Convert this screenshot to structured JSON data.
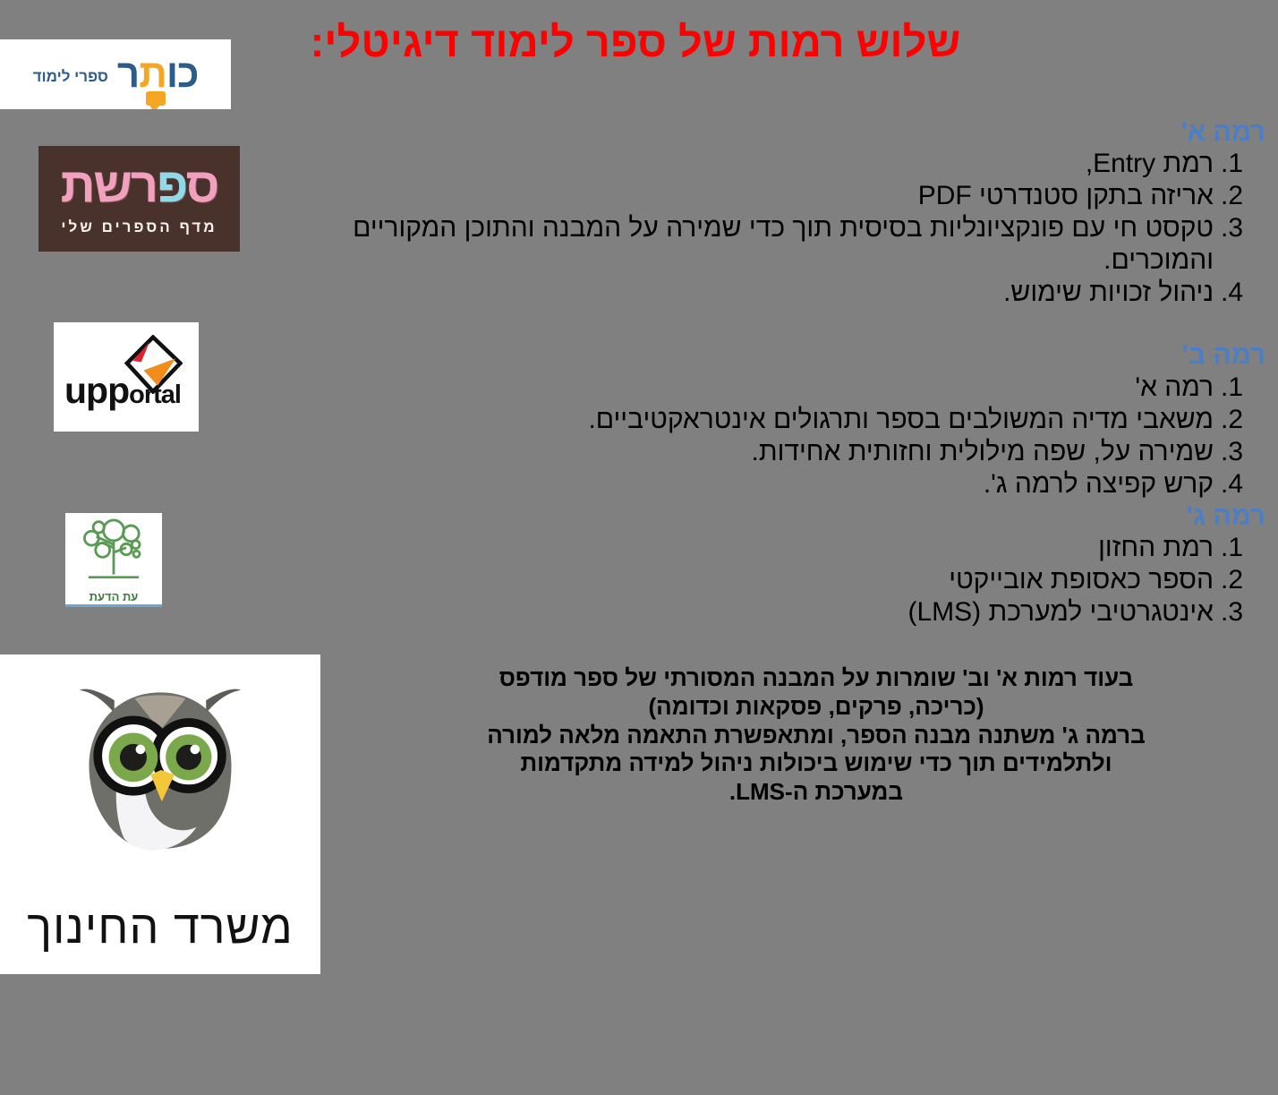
{
  "title": "שלוש רמות של ספר לימוד דיגיטלי:",
  "colors": {
    "background": "#808080",
    "title": "#FF0000",
    "level_heading": "#4a7ec7",
    "body_text": "#000000"
  },
  "logos": [
    {
      "name": "kotar",
      "main_text": "כותר",
      "sub_text": "ספרי לימוד",
      "letters": {
        "k": "כ",
        "o": "ו",
        "t": "ת",
        "r": "ר"
      }
    },
    {
      "name": "sifreshet",
      "main_text": "סִפְרֶשֶׁת",
      "main_parts": {
        "pink1": "ס",
        "cyan": "פ",
        "pink2": "רשת"
      },
      "sub_text": "מדף הספרים שלי"
    },
    {
      "name": "upportal",
      "main_text": "upp",
      "secondary_text": "ortal"
    },
    {
      "name": "et-hadaat",
      "sub_text": "עת הדעת"
    },
    {
      "name": "ministry-of-education",
      "sub_text": "משרד החינוך"
    }
  ],
  "levels": [
    {
      "heading": "רמה א'",
      "items": [
        {
          "num": ".1",
          "text": "רמת  Entry,"
        },
        {
          "num": ".2",
          "text": "אריזה בתקן סטנדרטי PDF"
        },
        {
          "num": ".3",
          "text": "טקסט חי עם פונקציונליות בסיסית תוך כדי שמירה על המבנה והתוכן המקוריים והמוכרים."
        },
        {
          "num": ".4",
          "text": "ניהול זכויות שימוש."
        }
      ]
    },
    {
      "heading": "רמה ב'",
      "items": [
        {
          "num": ".1",
          "text": "רמה א'"
        },
        {
          "num": ".2",
          "text": "משאבי מדיה  המשולבים בספר ותרגולים אינטראקטיביים."
        },
        {
          "num": ".3",
          "text": "שמירה על, שפה מילולית וחזותית אחידות."
        },
        {
          "num": ".4",
          "text": "קרש קפיצה לרמה ג'."
        }
      ]
    },
    {
      "heading": "רמה ג'",
      "items": [
        {
          "num": ".1",
          "text": "רמת החזון"
        },
        {
          "num": ".2",
          "text": "הספר כאסופת אובייקטי"
        },
        {
          "num": ".3",
          "text": "אינטגרטיבי למערכת  (LMS)"
        }
      ]
    }
  ],
  "closing": {
    "line1": "בעוד רמות א' וב' שומרות על המבנה המסורתי של ספר מודפס",
    "line2": "(כריכה, פרקים, פסקאות וכדומה)",
    "line3": "ברמה ג' משתנה מבנה הספר, ומתאפשרת התאמה מלאה למורה",
    "line4": "ולתלמידים תוך כדי שימוש ביכולות ניהול למידה מתקדמות",
    "line5": "במערכת ה-LMS."
  }
}
